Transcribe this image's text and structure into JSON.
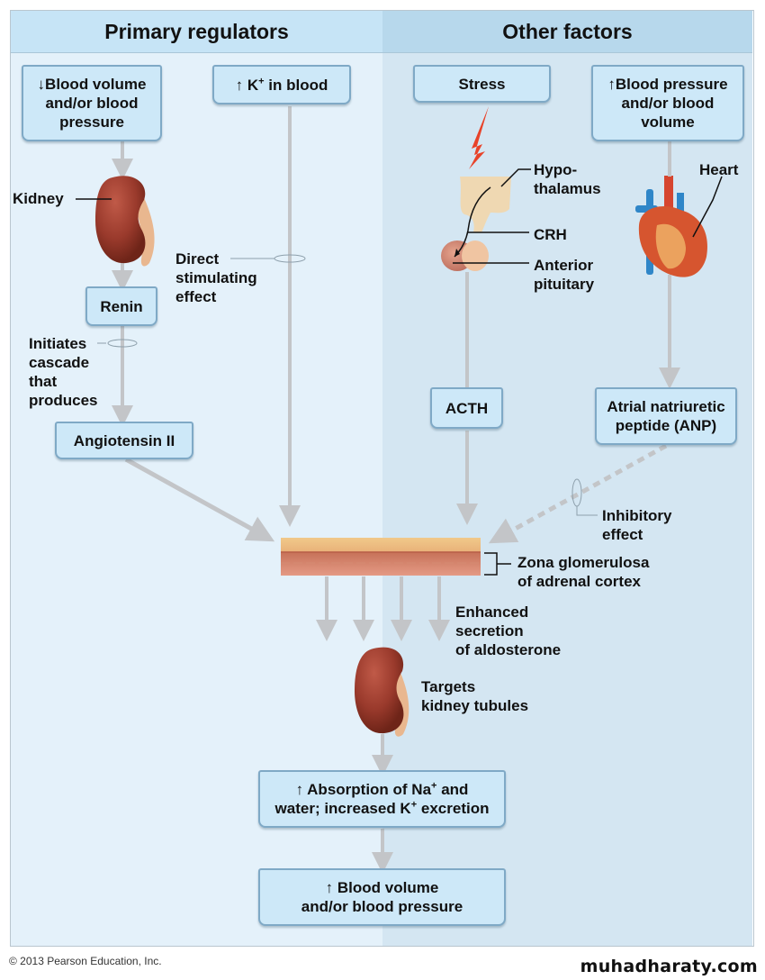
{
  "headers": {
    "left": "Primary regulators",
    "right": "Other factors"
  },
  "boxes": {
    "blood_volume_low": {
      "arrow": "↓",
      "text": "Blood volume\nand/or blood\npressure"
    },
    "k_in_blood": {
      "arrow": "↑",
      "prefix": "K",
      "sup": "+",
      "suffix": " in  blood"
    },
    "renin": {
      "text": "Renin"
    },
    "angiotensin": {
      "text": "Angiotensin II"
    },
    "stress": {
      "text": "Stress"
    },
    "blood_pressure_high": {
      "arrow": "↑",
      "text": "Blood pressure\nand/or blood\nvolume"
    },
    "acth": {
      "text": "ACTH"
    },
    "anp": {
      "text": "Atrial natriuretic\npeptide (ANP)"
    },
    "absorption": {
      "arrow": "↑",
      "line1a": " Absorption of Na",
      "sup1": "+",
      "line1b": "  and",
      "line2a": "water; increased K",
      "sup2": "+",
      "line2b": " excretion"
    },
    "result": {
      "arrow": "↑",
      "line1": " Blood volume",
      "line2": "and/or blood pressure"
    }
  },
  "labels": {
    "kidney": "Kidney",
    "direct_effect": "Direct\nstimulating\neffect",
    "initiates": "Initiates\ncascade\nthat\nproduces",
    "hypothalamus": "Hypo-\nthalamus",
    "crh": "CRH",
    "anterior_pituitary": "Anterior\npituitary",
    "heart": "Heart",
    "inhibitory": "Inhibitory\neffect",
    "zona": "Zona glomerulosa\nof adrenal cortex",
    "enhanced": "Enhanced\nsecretion\nof aldosterone",
    "targets": "Targets\nkidney tubules"
  },
  "footer": {
    "copyright": "© 2013 Pearson Education, Inc.",
    "brand": "muhadharaty.com"
  },
  "colors": {
    "arrow": "#c3c5c8",
    "box_fill": "#cde8f8",
    "box_border": "#7fa9c6",
    "kidney": "#9a3a2c",
    "stress_bolt": "#e8432a",
    "heart_red": "#d6452f",
    "vessel_blue": "#2f86c8"
  }
}
